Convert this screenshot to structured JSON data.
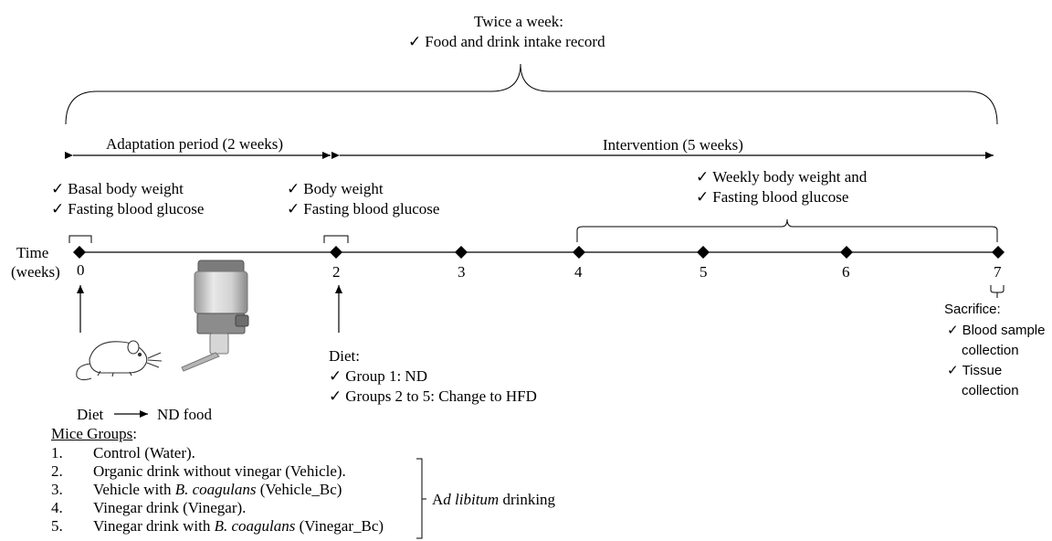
{
  "top_note": {
    "title": "Twice a week:",
    "item": "Food  and drink  intake record"
  },
  "periods": {
    "adaptation": "Adaptation period (2 weeks)",
    "intervention": "Intervention (5 weeks)"
  },
  "notes": {
    "week0": [
      "Basal body weight",
      "Fasting blood glucose"
    ],
    "week2": [
      "Body weight",
      "Fasting blood glucose"
    ],
    "weekly": [
      "Weekly body weight and",
      "Fasting blood glucose"
    ]
  },
  "axis": {
    "label_line1": "Time",
    "label_line2": "(weeks)",
    "ticks": [
      "0",
      "2",
      "3",
      "4",
      "5",
      "6",
      "7"
    ]
  },
  "diet_week2": {
    "title": "Diet:",
    "items": [
      "Group 1: ND",
      "Groups 2 to 5: Change to HFD"
    ]
  },
  "sacrifice": {
    "title": "Sacrifice:",
    "items": [
      {
        "line1": "Blood sample",
        "line2": "collection"
      },
      {
        "line1": "Tissue",
        "line2": "collection"
      }
    ]
  },
  "diet_week0": {
    "diet_label": "Diet",
    "diet_value": "ND food",
    "groups_title": "Mice Groups",
    "groups": [
      {
        "num": "1.",
        "pre": "Control (Water).",
        "ital": "",
        "post": ""
      },
      {
        "num": "2.",
        "pre": "Organic drink without vinegar (Vehicle).",
        "ital": "",
        "post": ""
      },
      {
        "num": "3.",
        "pre": "Vehicle with ",
        "ital": "B. coagulans",
        "post": " (Vehicle_Bc)"
      },
      {
        "num": "4.",
        "pre": "Vinegar drink (Vinegar).",
        "ital": "",
        "post": ""
      },
      {
        "num": "5.",
        "pre": "Vinegar drink with ",
        "ital": "B. coagulans",
        "post": " (Vinegar_Bc)"
      }
    ],
    "drinking_pre": "A",
    "drinking_ital": "d libitum",
    "drinking_post": " drinking"
  },
  "icons": [
    "mouse-icon",
    "water-bottle-icon",
    "checkmark-icon",
    "diamond-marker-icon"
  ]
}
